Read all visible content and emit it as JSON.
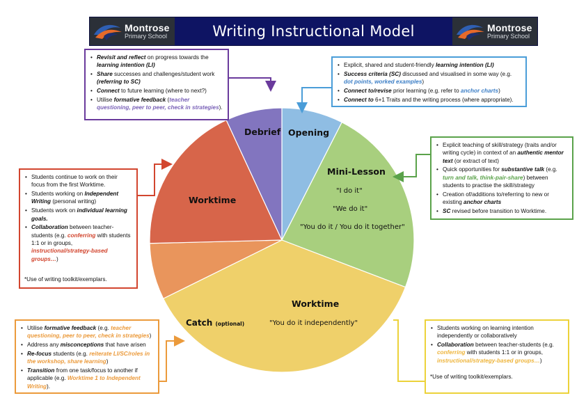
{
  "header": {
    "title": "Writing Instructional Model",
    "logo_name": "Montrose",
    "logo_sub": "Primary School"
  },
  "colors": {
    "debrief": "#8275bf",
    "opening": "#8fbde3",
    "minilesson": "#a8cf7e",
    "worktime_main": "#efd06a",
    "catch": "#e9955c",
    "worktime_left": "#d7654a",
    "purple_box": "#6a3a9c",
    "blue_box": "#4a9dd8",
    "green_box": "#5aa24a",
    "red_box": "#d2452e",
    "orange_box": "#eb9a3b",
    "yellow_box": "#ecd23a"
  },
  "pie_labels": {
    "debrief": "Debrief",
    "opening": "Opening",
    "minilesson": "Mini-Lesson",
    "i_do": "\"I do it\"",
    "we_do": "\"We do it\"",
    "you_do": "\"You do it / You do it together\"",
    "worktime_left": "Worktime",
    "worktime_main": "Worktime",
    "worktime_main_quote": "\"You do it independently\"",
    "catch": "Catch",
    "catch_optional": "(optional)"
  },
  "chart_data": {
    "type": "pie",
    "slices": [
      {
        "label": "Opening",
        "value": 7.5
      },
      {
        "label": "Mini-Lesson",
        "value": 23.3
      },
      {
        "label": "Worktime",
        "value": 36.9
      },
      {
        "label": "Catch (optional)",
        "value": 6.9
      },
      {
        "label": "Worktime",
        "value": 18.5
      },
      {
        "label": "Debrief",
        "value": 6.9
      }
    ]
  },
  "boxes": {
    "debrief": {
      "items": [
        [
          {
            "t": "Revisit and reflect",
            "s": "bi"
          },
          {
            "t": " on progress towards the "
          },
          {
            "t": "learning intention (LI)",
            "s": "bi"
          }
        ],
        [
          {
            "t": "Share",
            "s": "bi"
          },
          {
            "t": " successes and challenges/student work "
          },
          {
            "t": "(referring to SC)",
            "s": "bi"
          }
        ],
        [
          {
            "t": "Connect",
            "s": "bi"
          },
          {
            "t": " to future learning (where to next?)"
          }
        ],
        [
          {
            "t": "Utilise "
          },
          {
            "t": "formative feedback",
            "s": "bi"
          },
          {
            "t": " ("
          },
          {
            "t": "teacher questioning, peer to peer, check in strategies",
            "s": "bi",
            "c": "#7b63b8"
          },
          {
            "t": ")."
          }
        ]
      ]
    },
    "opening": {
      "items": [
        [
          {
            "t": "Explicit, shared and student-friendly "
          },
          {
            "t": "learning intention (LI)",
            "s": "bi"
          }
        ],
        [
          {
            "t": "Success criteria (SC)",
            "s": "bi"
          },
          {
            "t": " discussed and visualised in some way (e.g. "
          },
          {
            "t": "dot points, worked examples",
            "s": "bi",
            "c": "#3d7fc6"
          },
          {
            "t": ")"
          }
        ],
        [
          {
            "t": "Connect to/revise",
            "s": "bi"
          },
          {
            "t": " prior learning (e.g. refer to "
          },
          {
            "t": "anchor charts",
            "s": "bi",
            "c": "#3d7fc6"
          },
          {
            "t": ")"
          }
        ],
        [
          {
            "t": "Connect to",
            "s": "bi"
          },
          {
            "t": " 6+1 Traits and the writing process (where appropriate)."
          }
        ]
      ]
    },
    "minilesson": {
      "items": [
        [
          {
            "t": "Explicit teaching of skill/strategy (traits and/or writing cycle) in context of an "
          },
          {
            "t": "authentic mentor text",
            "s": "bi"
          },
          {
            "t": " (or extract of text)"
          }
        ],
        [
          {
            "t": "Quick opportunities for "
          },
          {
            "t": "substantive talk",
            "s": "bi"
          },
          {
            "t": " (e.g. "
          },
          {
            "t": "turn and talk, think-pair-share",
            "s": "bi",
            "c": "#5aa24a"
          },
          {
            "t": ") between students to practise the skill/strategy"
          }
        ],
        [
          {
            "t": "Creation of/additions to/referring to new or existing "
          },
          {
            "t": "anchor charts",
            "s": "bi"
          }
        ],
        [
          {
            "t": "SC",
            "s": "bi"
          },
          {
            "t": " revised before transition to Worktime."
          }
        ]
      ]
    },
    "worktime_left": {
      "items": [
        [
          {
            "t": "Students continue to work on their focus from the first Worktime."
          }
        ],
        [
          {
            "t": "Students working on "
          },
          {
            "t": "Independent Writing",
            "s": "bi"
          },
          {
            "t": " (personal writing)"
          }
        ],
        [
          {
            "t": "Students work on "
          },
          {
            "t": "individual learning goals.",
            "s": "bi"
          }
        ],
        [
          {
            "t": "Collaboration",
            "s": "bi"
          },
          {
            "t": " between teacher-students (e.g. "
          },
          {
            "t": "conferring",
            "s": "bi",
            "c": "#d2452e"
          },
          {
            "t": " with students 1:1 or in groups, "
          },
          {
            "t": "instructional/strategy-based groups…",
            "s": "bi",
            "c": "#d2452e"
          },
          {
            "t": ")"
          }
        ]
      ],
      "note": "*Use of writing toolkit/exemplars."
    },
    "catch": {
      "items": [
        [
          {
            "t": "Utilise "
          },
          {
            "t": "formative feedback",
            "s": "bi"
          },
          {
            "t": " (e.g. "
          },
          {
            "t": "teacher questioning, peer to peer, check in strategies",
            "s": "bi",
            "c": "#eb9a3b"
          },
          {
            "t": ")"
          }
        ],
        [
          {
            "t": "Address any "
          },
          {
            "t": "misconceptions",
            "s": "bi"
          },
          {
            "t": " that have arisen"
          }
        ],
        [
          {
            "t": "Re-focus",
            "s": "bi"
          },
          {
            "t": " students (e.g. "
          },
          {
            "t": "reiterate LI/SC/roles in the workshop, share learning",
            "s": "bi",
            "c": "#eb9a3b"
          },
          {
            "t": ")"
          }
        ],
        [
          {
            "t": "Transition",
            "s": "bi"
          },
          {
            "t": " from one task/focus to another if applicable (e.g. "
          },
          {
            "t": "Worktime 1 to Independent Writing",
            "s": "bi",
            "c": "#eb9a3b"
          },
          {
            "t": ")."
          }
        ]
      ]
    },
    "worktime_main": {
      "items": [
        [
          {
            "t": "Students working on learning intention independently or collaboratively"
          }
        ],
        [
          {
            "t": "Collaboration",
            "s": "bi"
          },
          {
            "t": " between teacher-students (e.g. "
          },
          {
            "t": "conferring",
            "s": "bi",
            "c": "#eeb43a"
          },
          {
            "t": " with students 1:1 or in groups, "
          },
          {
            "t": "instructional/strategy-based groups…",
            "s": "bi",
            "c": "#eeb43a"
          },
          {
            "t": ")"
          }
        ]
      ],
      "note": "*Use of writing toolkit/exemplars."
    }
  }
}
